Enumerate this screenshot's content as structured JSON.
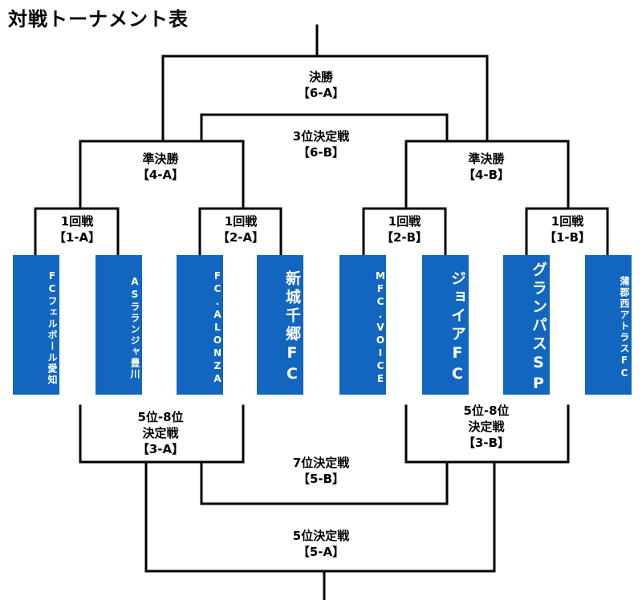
{
  "title": "対戦トーナメント表",
  "matches": {
    "final": {
      "name": "決勝",
      "code": "【6-A】"
    },
    "third": {
      "name": "3位決定戦",
      "code": "【6-B】"
    },
    "semi_a": {
      "name": "準決勝",
      "code": "【4-A】"
    },
    "semi_b": {
      "name": "準決勝",
      "code": "【4-B】"
    },
    "r1_1a": {
      "name": "1回戦",
      "code": "【1-A】"
    },
    "r1_2a": {
      "name": "1回戦",
      "code": "【2-A】"
    },
    "r1_2b": {
      "name": "1回戦",
      "code": "【2-B】"
    },
    "r1_1b": {
      "name": "1回戦",
      "code": "【1-B】"
    },
    "p58_a": {
      "name": "5位-8位",
      "sub": "決定戦",
      "code": "【3-A】"
    },
    "p58_b": {
      "name": "5位-8位",
      "sub": "決定戦",
      "code": "【3-B】"
    },
    "seventh": {
      "name": "7位決定戦",
      "code": "【5-B】"
    },
    "fifth": {
      "name": "5位決定戦",
      "code": "【5-A】"
    }
  },
  "teams": [
    "FCフェルボール愛知",
    "ASラランジャ豊川",
    "FC.ALONZA",
    "新城千郷FC",
    "MFC.VOICE",
    "ジョイアFC",
    "グランパスSP",
    "蒲郡西アトラスFC"
  ],
  "colors": {
    "team_box": "#1266c0",
    "team_text": "#ffffff",
    "lines": "#000000"
  }
}
